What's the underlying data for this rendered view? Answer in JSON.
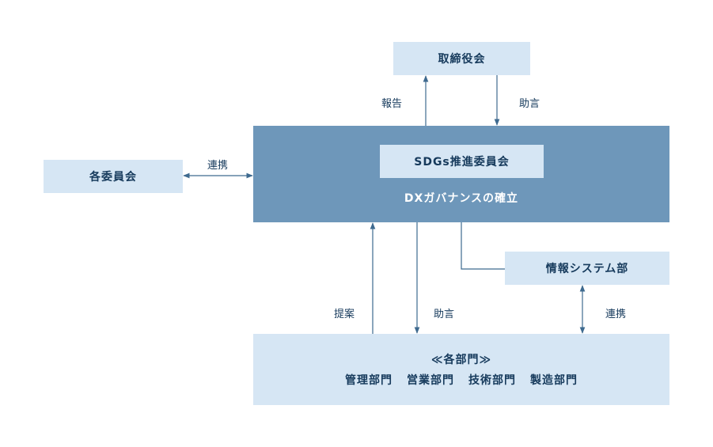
{
  "nodes": {
    "board": "取締役会",
    "committees": "各委員会",
    "sdgs_committee": "SDGs推進委員会",
    "dx_governance": "DXガバナンスの確立",
    "it_dept": "情報システム部",
    "departments_heading": "≪各部門≫",
    "departments": [
      "管理部門",
      "営業部門",
      "技術部門",
      "製造部門"
    ]
  },
  "edges": {
    "report": "報告",
    "advice_top": "助言",
    "link_left": "連携",
    "proposal": "提案",
    "advice_bottom": "助言",
    "link_right": "連携"
  },
  "colors": {
    "light_box": "#d6e6f4",
    "dark_box": "#6e97ba",
    "line": "#3e6a8f"
  }
}
